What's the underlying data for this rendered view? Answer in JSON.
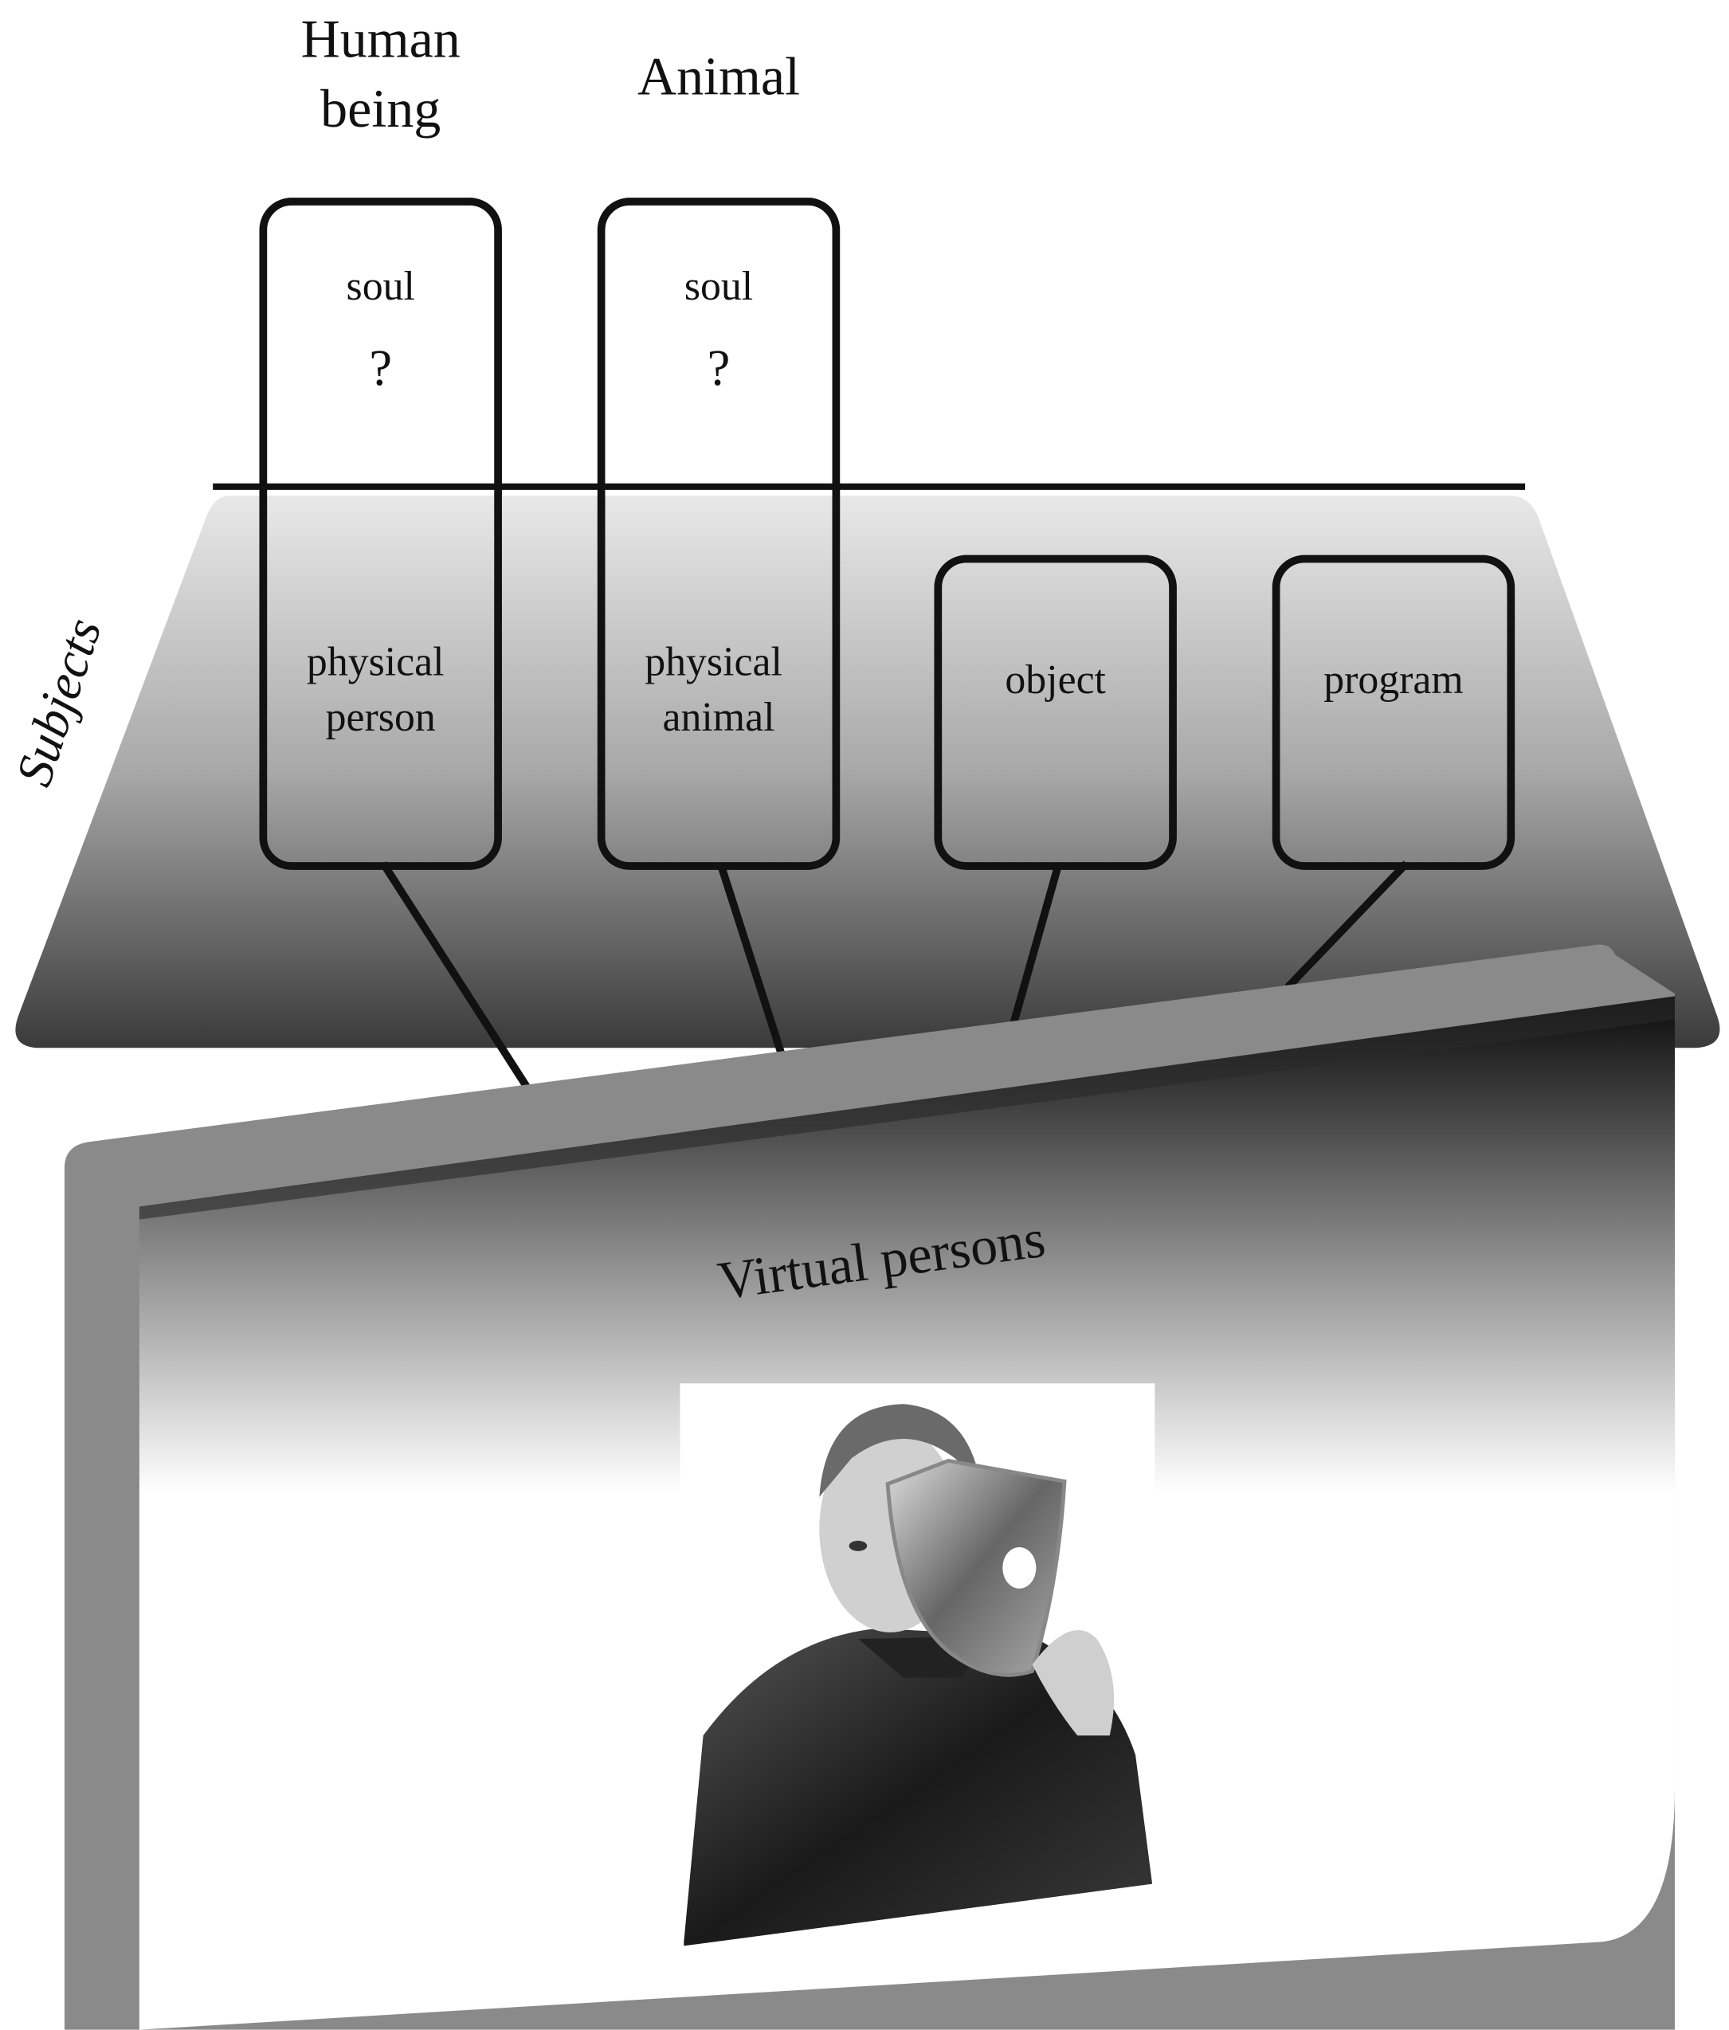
{
  "categories": {
    "human": {
      "title_line1": "Human",
      "title_line2": "being",
      "upper": "soul",
      "question": "?",
      "lower_line1": "physical",
      "lower_line2": "person"
    },
    "animal": {
      "title": "Animal",
      "upper": "soul",
      "question": "?",
      "lower_line1": "physical",
      "lower_line2": "animal"
    },
    "object": {
      "label": "object"
    },
    "program": {
      "label": "program"
    }
  },
  "subjects_label": "Subjects",
  "virtual_label": "Virtual persons",
  "colors": {
    "stroke": "#111111",
    "trapezoid_top": "#e6e6e6",
    "trapezoid_bottom": "#3c3c3c",
    "panel_frame": "#8a8a8a"
  }
}
